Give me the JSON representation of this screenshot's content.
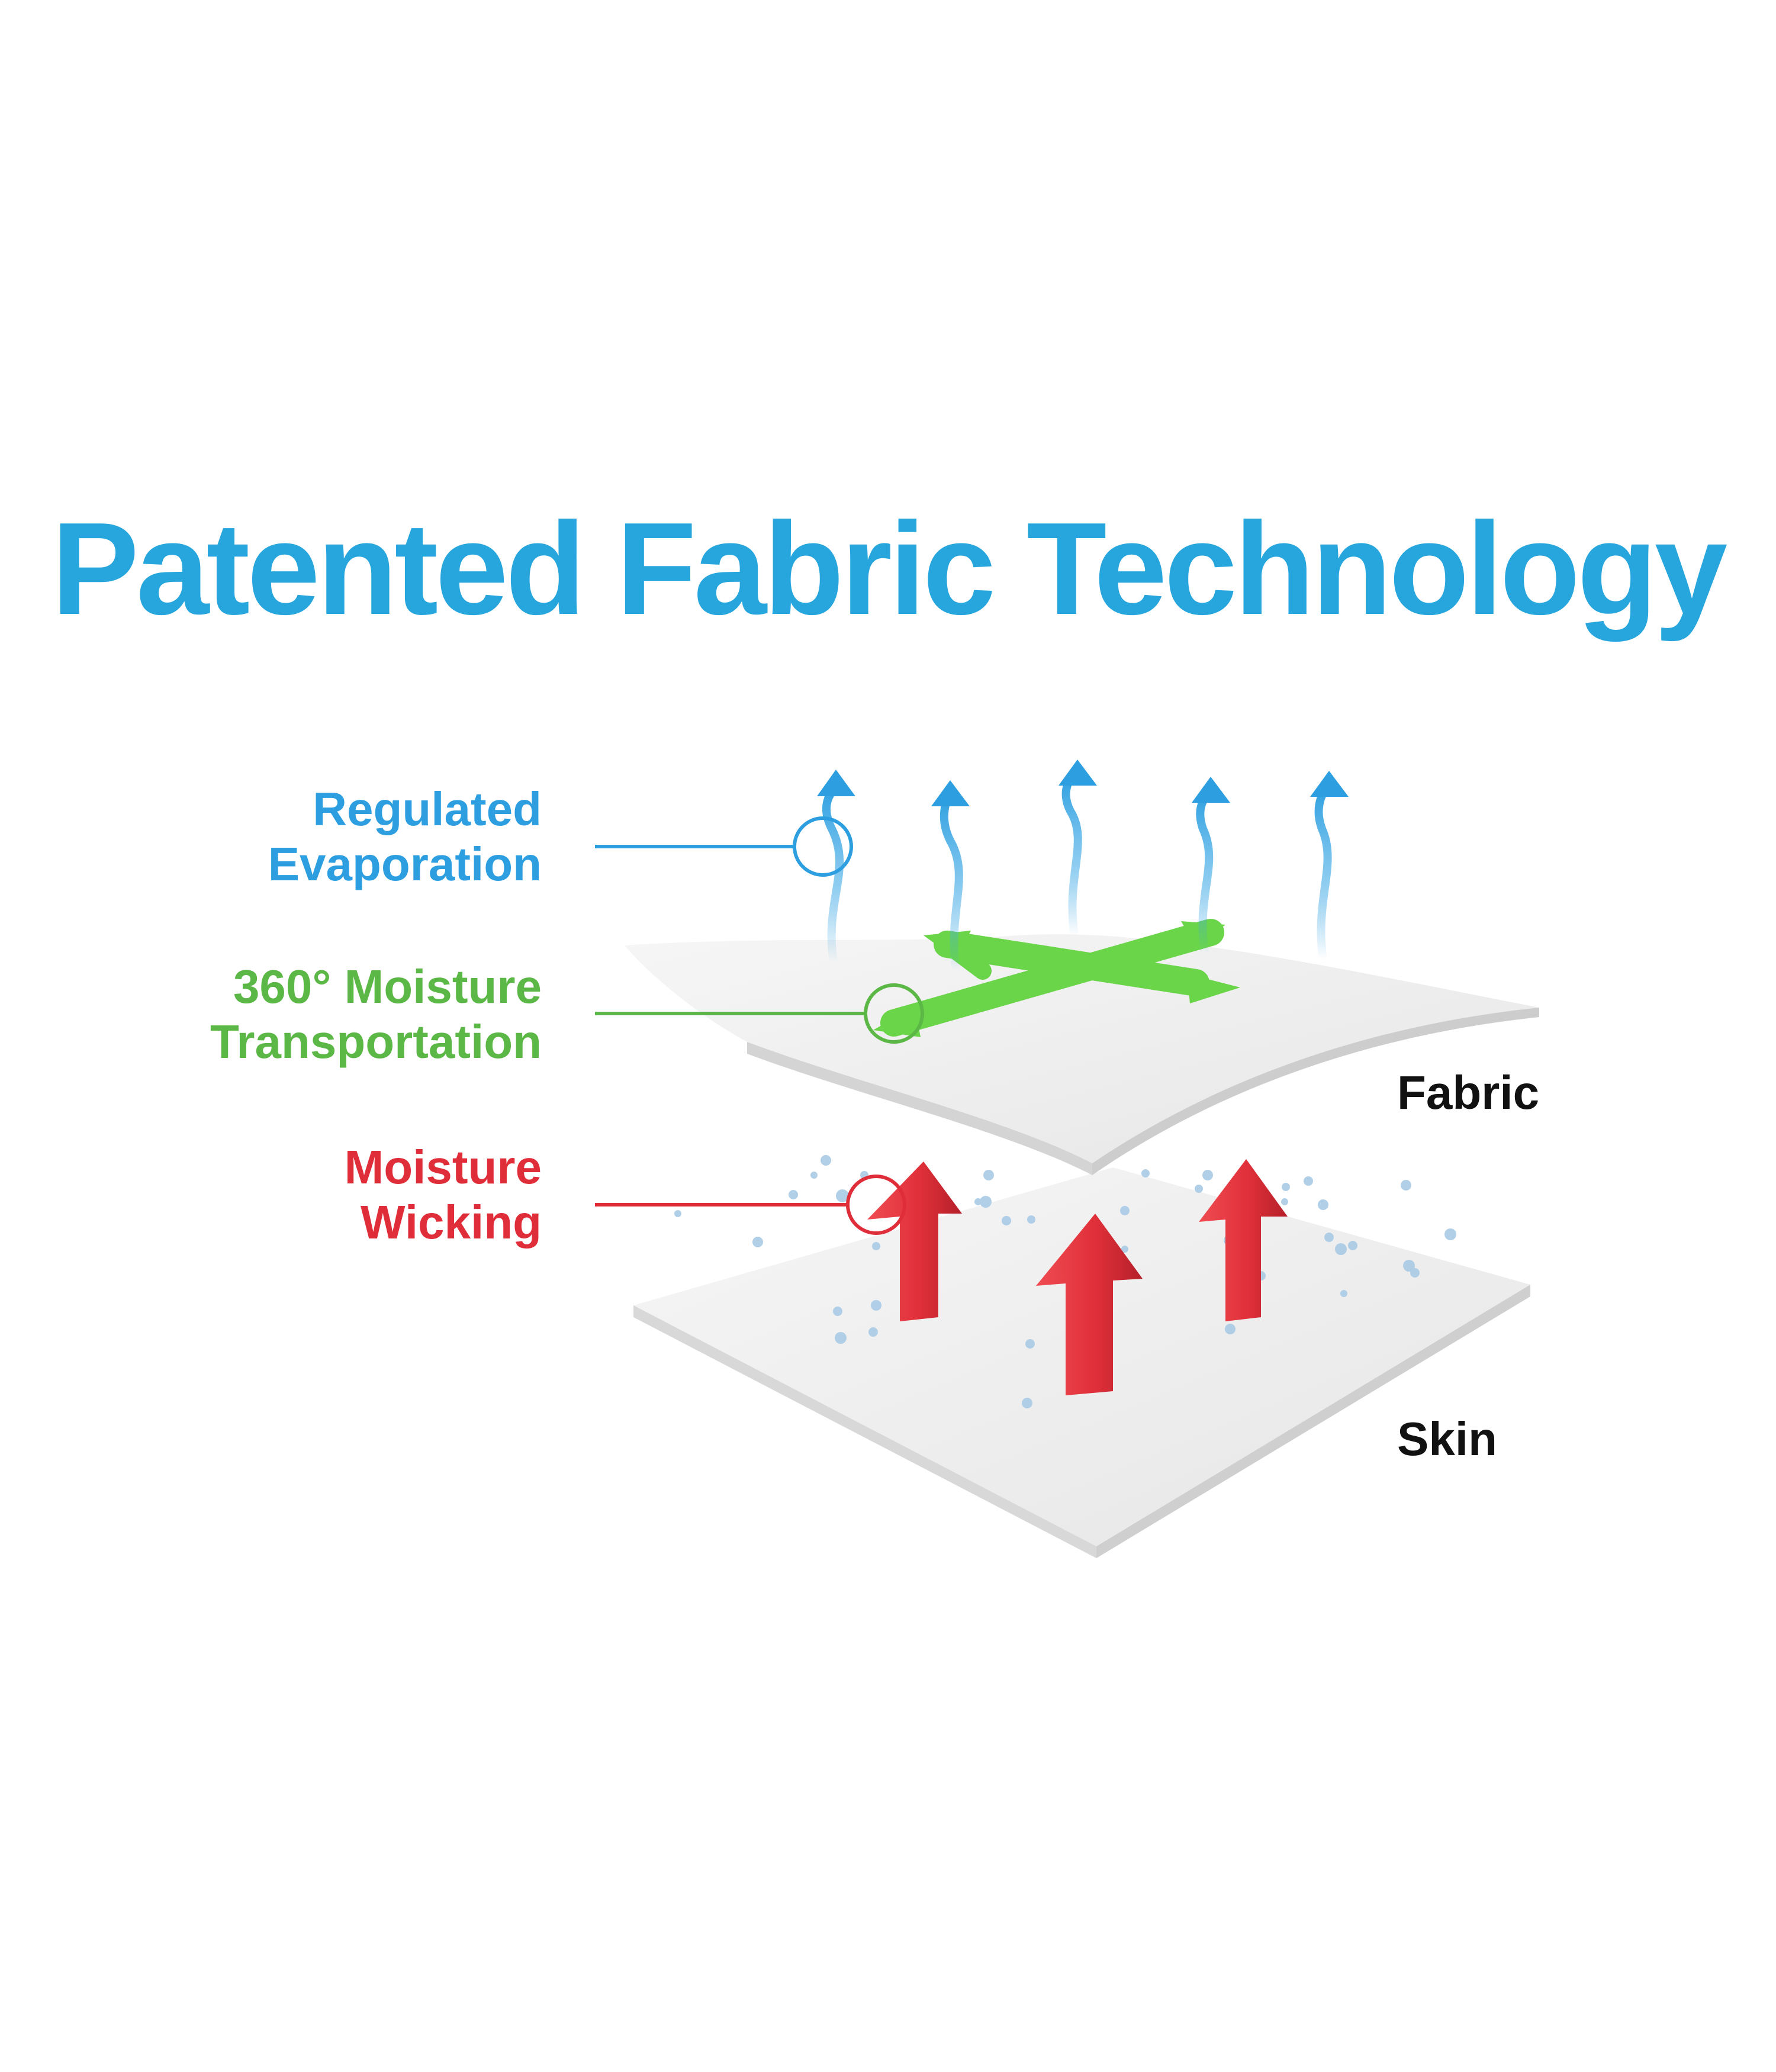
{
  "title": "Patented Fabric Technology",
  "callouts": {
    "evaporation": {
      "line1": "Regulated",
      "line2": "Evaporation"
    },
    "transport": {
      "line1": "360° Moisture",
      "line2": "Transportation"
    },
    "wicking": {
      "line1": "Moisture",
      "line2": "Wicking"
    }
  },
  "layers": {
    "fabric": "Fabric",
    "skin": "Skin"
  },
  "colors": {
    "title": "#27a6de",
    "evaporation": "#2d9fe0",
    "transport": "#5cb846",
    "wicking": "#e02d3a",
    "green_arrows": "#6bd54a",
    "red_arrows": "#e0303a",
    "sheet": "#efefef",
    "droplet": "#9fc7e4"
  },
  "icons": [
    "evaporation-arrow-icon",
    "transport-cross-arrow-icon",
    "wicking-arrow-icon",
    "droplet-icon"
  ]
}
